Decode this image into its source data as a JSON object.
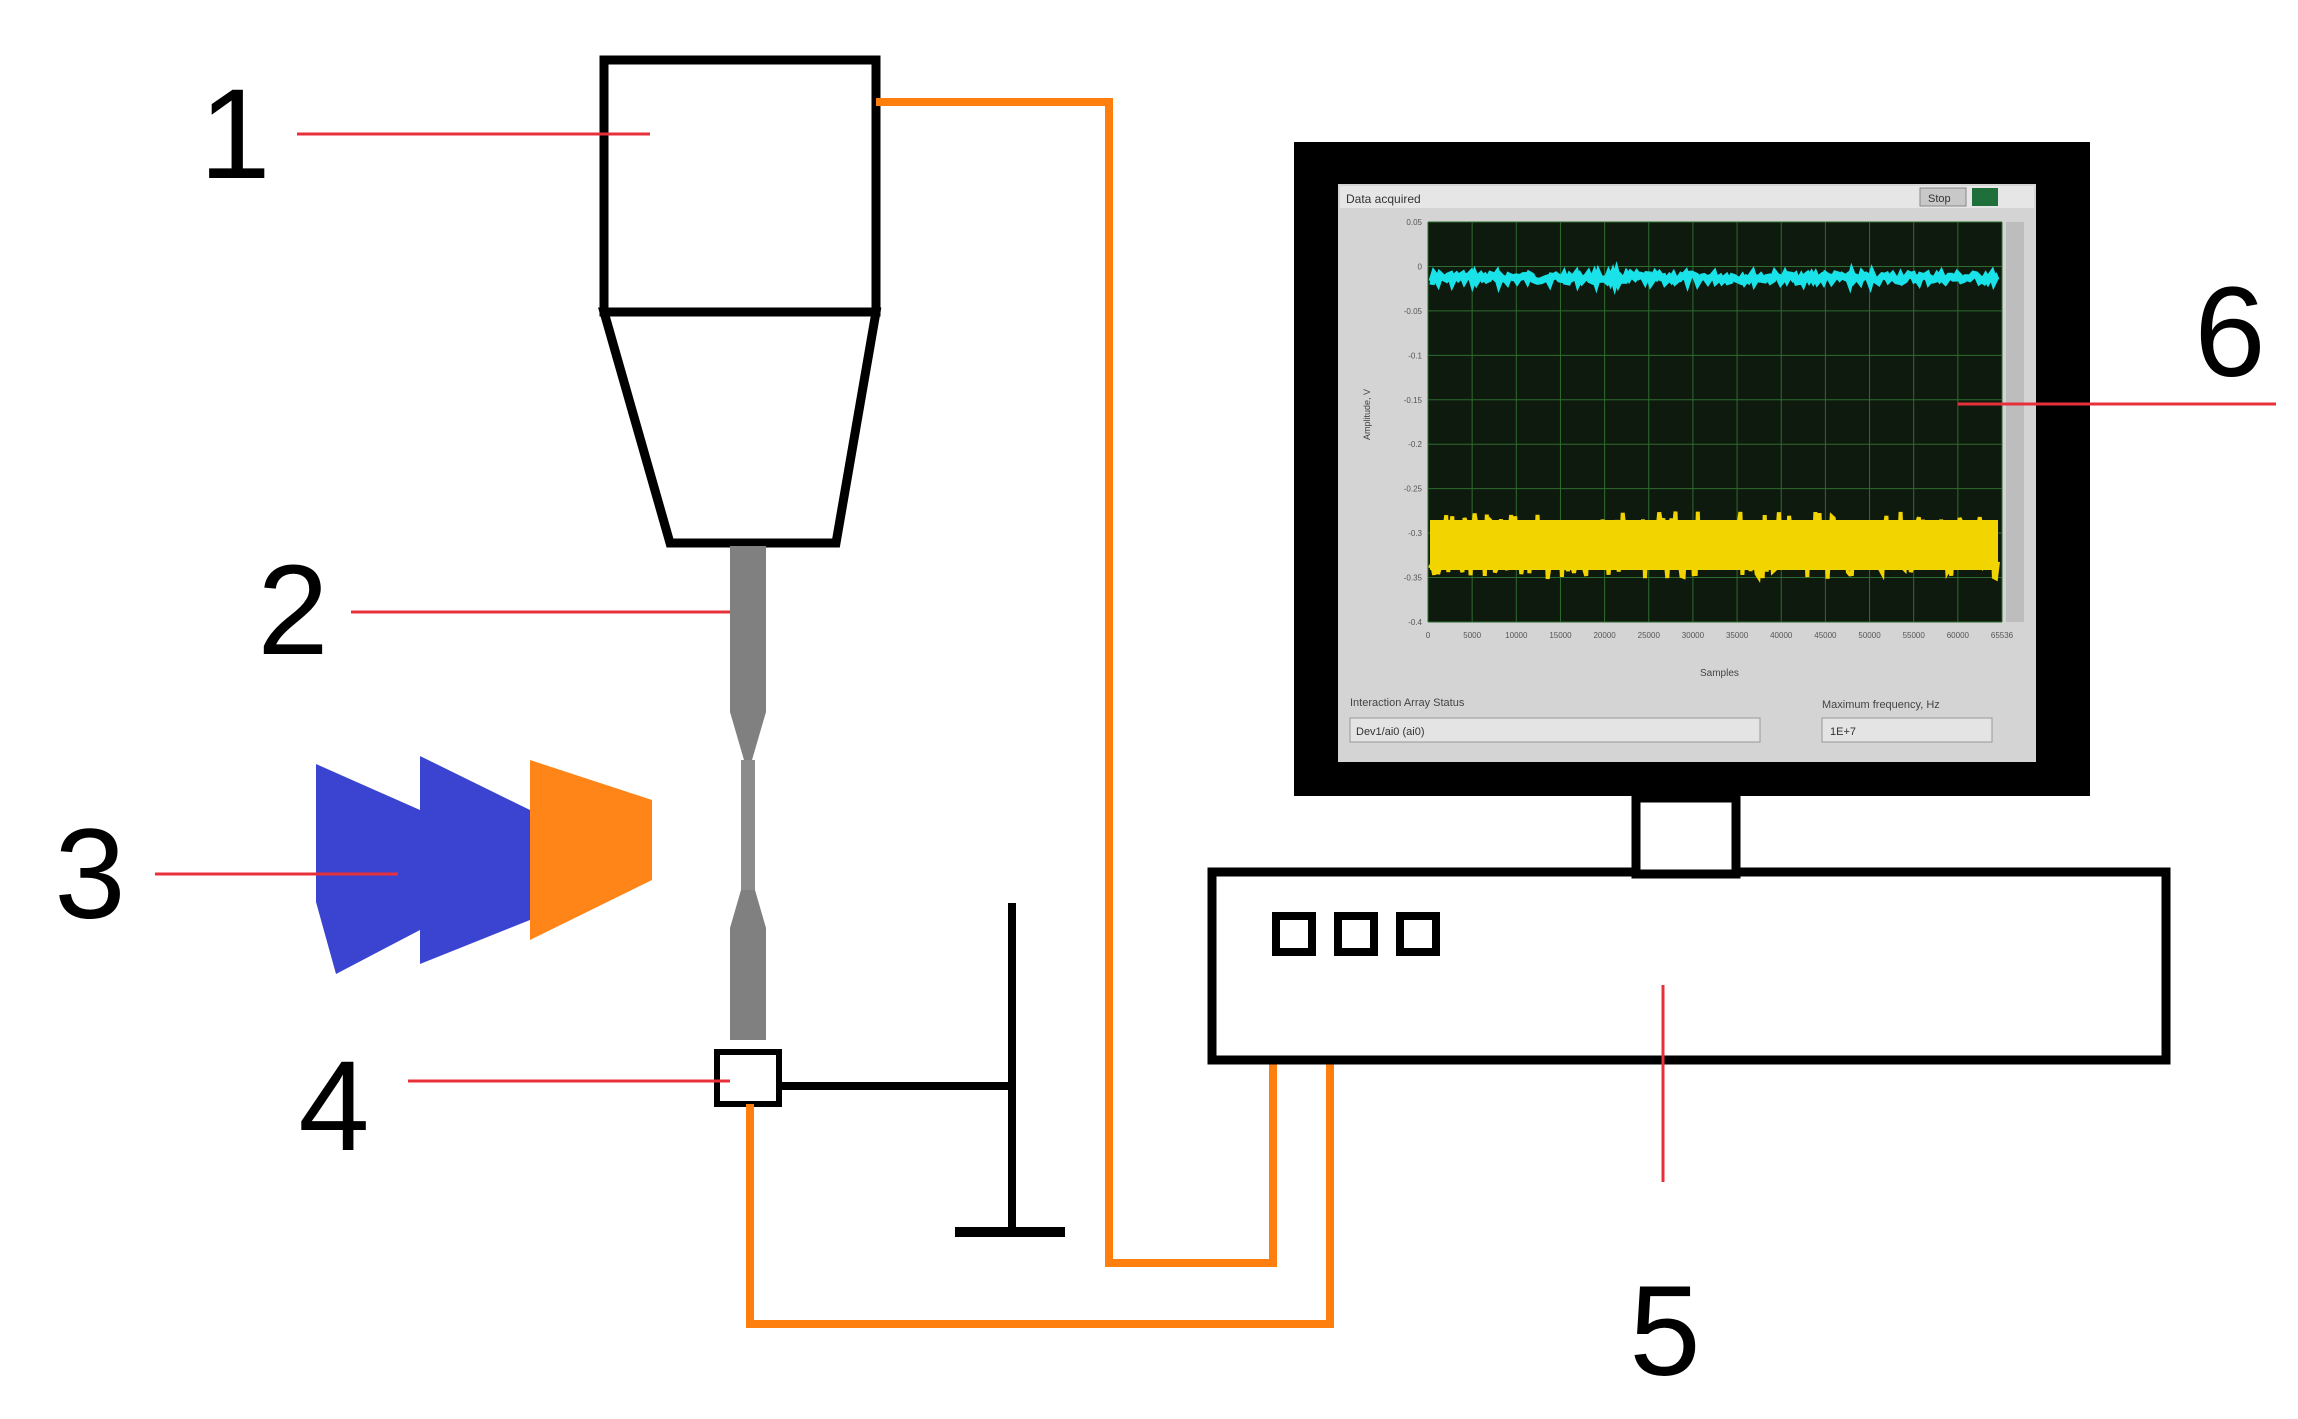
{
  "callouts": [
    {
      "id": "1",
      "text": "1"
    },
    {
      "id": "2",
      "text": "2"
    },
    {
      "id": "3",
      "text": "3"
    },
    {
      "id": "4",
      "text": "4"
    },
    {
      "id": "5",
      "text": "5"
    },
    {
      "id": "6",
      "text": "6"
    }
  ],
  "monitor_screen": {
    "window_title": "Data acquired",
    "window_button": "Stop",
    "y_axis_label": "Amplitude, V",
    "x_axis_label": "Samples",
    "y_ticks": [
      "0.05",
      "0",
      "-0.05",
      "-0.1",
      "-0.15",
      "-0.2",
      "-0.25",
      "-0.3",
      "-0.35",
      "-0.4"
    ],
    "x_ticks": [
      "0",
      "5000",
      "10000",
      "15000",
      "20000",
      "25000",
      "30000",
      "35000",
      "40000",
      "45000",
      "50000",
      "55000",
      "60000",
      "65536"
    ],
    "bottom_left_label": "Interaction Array Status",
    "bottom_left_value": "Dev1/ai0 (ai0)",
    "bottom_right_label": "Maximum frequency, Hz",
    "bottom_right_value": "1E+7",
    "traces": [
      {
        "name": "cyan trace",
        "color": "#19e3e8"
      },
      {
        "name": "yellow trace",
        "color": "#f2d400"
      }
    ]
  },
  "colors": {
    "leader_line": "#e8303a",
    "cable": "#ff7f0e",
    "blue_pulse": "#3a44d0",
    "orange_pulse": "#ff8518",
    "specimen": "#808080",
    "screen_bg": "#0f1a0f",
    "grid": "#2e6b2e"
  }
}
